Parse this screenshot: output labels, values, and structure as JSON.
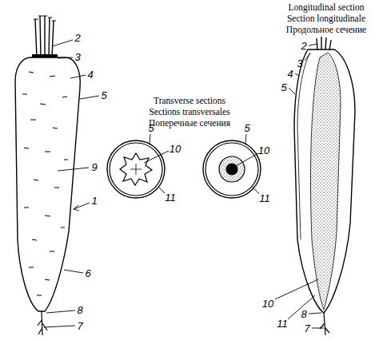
{
  "diagram": {
    "labels": [
      "Longitudinal section",
      "Section longitudinale",
      "Продольное сечение",
      "Transverse sections",
      "Sections transversales",
      "Поперечные сечения",
      "2",
      "3",
      "4",
      "5",
      "9",
      "1",
      "6",
      "8",
      "7",
      "5",
      "10",
      "11",
      "5",
      "10",
      "11",
      "2",
      "3",
      "4",
      "5",
      "10",
      "11",
      "8",
      "7"
    ]
  }
}
